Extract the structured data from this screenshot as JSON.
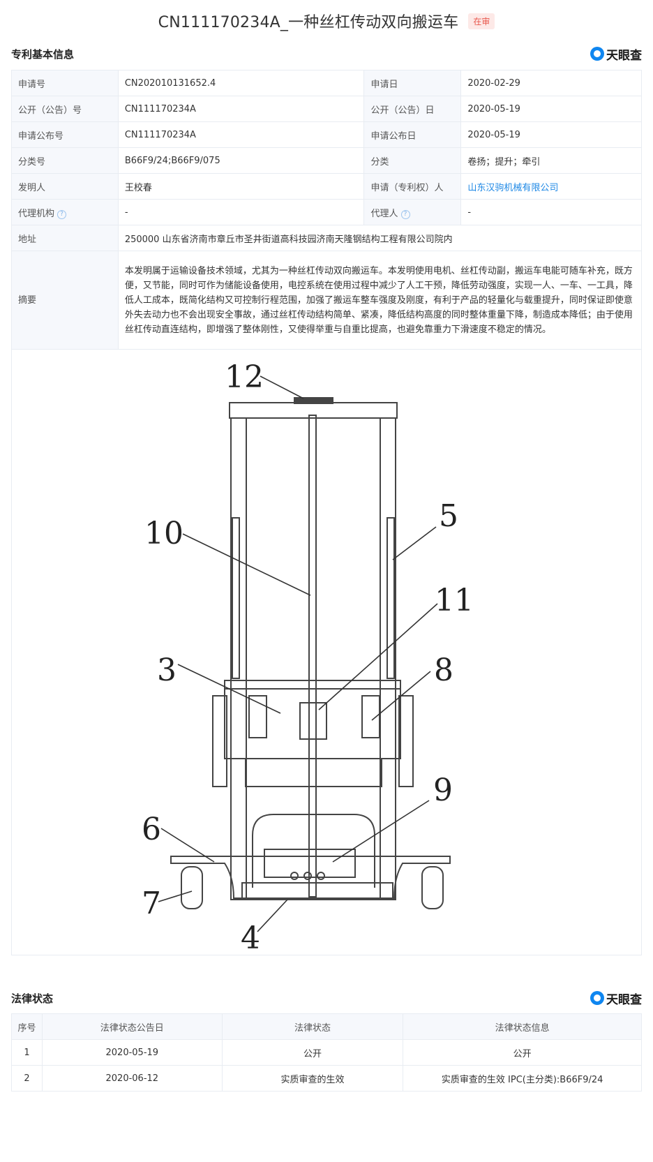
{
  "header": {
    "title": "CN111170234A_一种丝杠传动双向搬运车",
    "status_badge": "在审"
  },
  "brand": {
    "name": "天眼查",
    "color": "#0f86f0"
  },
  "info_section": {
    "title": "专利基本信息",
    "rows": [
      {
        "l1": "申请号",
        "v1": "CN202010131652.4",
        "l2": "申请日",
        "v2": "2020-02-29"
      },
      {
        "l1": "公开（公告）号",
        "v1": "CN111170234A",
        "l2": "公开（公告）日",
        "v2": "2020-05-19"
      },
      {
        "l1": "申请公布号",
        "v1": "CN111170234A",
        "l2": "申请公布日",
        "v2": "2020-05-19"
      },
      {
        "l1": "分类号",
        "v1": "B66F9/24;B66F9/075",
        "l2": "分类",
        "v2": "卷扬；提升；牵引"
      },
      {
        "l1": "发明人",
        "v1": "王校春",
        "l2": "申请（专利权）人",
        "v2": "山东汉驹机械有限公司"
      },
      {
        "l1": "代理机构",
        "v1": "-",
        "l2": "代理人",
        "v2": "-"
      }
    ],
    "address_label": "地址",
    "address": "250000 山东省济南市章丘市圣井街道高科技园济南天隆钢结构工程有限公司院内",
    "abstract_label": "摘要",
    "abstract": "本发明属于运输设备技术领域，尤其为一种丝杠传动双向搬运车。本发明使用电机、丝杠传动副，搬运车电能可随车补充，既方便，又节能，同时可作为储能设备使用，电控系统在使用过程中减少了人工干预，降低劳动强度，实现一人、一车、一工具，降低人工成本，既简化结构又可控制行程范围，加强了搬运车整车强度及刚度，有利于产品的轻量化与载重提升，同时保证即使意外失去动力也不会出现安全事故，通过丝杠传动结构简单、紧凑，降低结构高度的同时整体重量下降，制造成本降低；由于使用丝杠传动直连结构，即增强了整体刚性，又使得举重与自重比提高，也避免靠重力下滑速度不稳定的情况。",
    "help_icon": "question-circle-icon",
    "link_color": "#1e88e5"
  },
  "drawing": {
    "labels": [
      "12",
      "10",
      "5",
      "11",
      "3",
      "8",
      "9",
      "6",
      "7",
      "4"
    ]
  },
  "legal_section": {
    "title": "法律状态",
    "columns": [
      "序号",
      "法律状态公告日",
      "法律状态",
      "法律状态信息"
    ],
    "rows": [
      [
        "1",
        "2020-05-19",
        "公开",
        "公开"
      ],
      [
        "2",
        "2020-06-12",
        "实质审查的生效",
        "实质审查的生效 IPC(主分类):B66F9/24"
      ]
    ]
  }
}
